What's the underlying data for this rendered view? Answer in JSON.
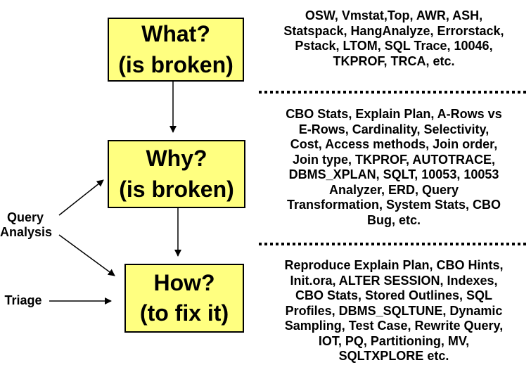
{
  "boxes": {
    "what": {
      "line1": "What?",
      "line2": "(is broken)"
    },
    "why": {
      "line1": "Why?",
      "line2": "(is broken)"
    },
    "how": {
      "line1": "How?",
      "line2": "(to fix it)"
    }
  },
  "notes": {
    "what": "OSW, Vmstat,Top, AWR, ASH,\nStatspack, HangAnalyze, Errorstack,\nPstack, LTOM, SQL Trace, 10046,\nTKPROF, TRCA, etc.",
    "why": "CBO Stats, Explain Plan, A-Rows vs\nE-Rows, Cardinality, Selectivity,\nCost, Access methods, Join order,\nJoin type, TKPROF, AUTOTRACE,\nDBMS_XPLAN, SQLT, 10053, 10053\nAnalyzer, ERD, Query\nTransformation, System Stats, CBO\nBug, etc.",
    "how": "Reproduce Explain Plan, CBO Hints,\nInit.ora, ALTER SESSION, Indexes,\nCBO Stats, Stored Outlines, SQL\nProfiles, DBMS_SQLTUNE, Dynamic\nSampling, Test Case, Rewrite Query,\nIOT, PQ, Partitioning, MV,\nSQLTXPLORE etc."
  },
  "side_labels": {
    "query_analysis": "Query\nAnalysis",
    "triage": "Triage"
  },
  "colors": {
    "box_fill": "#ffff80",
    "border": "#000000"
  }
}
